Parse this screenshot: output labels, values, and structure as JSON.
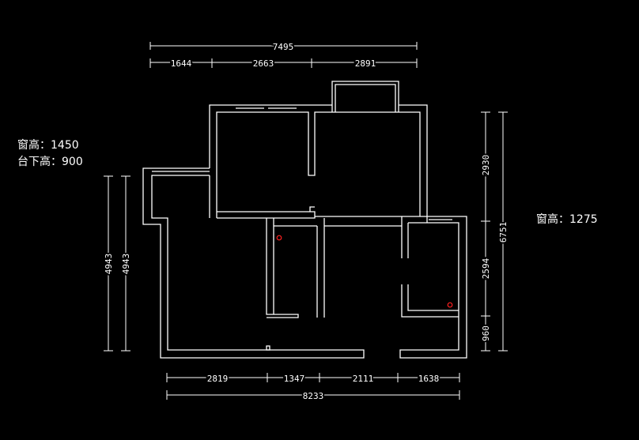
{
  "notes": {
    "left_window_height": "窗高：1450",
    "left_sill_height": "台下高：900",
    "right_window_height": "窗高：1275"
  },
  "dimensions": {
    "top_total": "7495",
    "top_seg_1": "1644",
    "top_seg_2": "2663",
    "top_seg_3": "2891",
    "bottom_total": "8233",
    "bottom_seg_1": "2819",
    "bottom_seg_2": "1347",
    "bottom_seg_3": "2111",
    "bottom_seg_4": "1638",
    "left_outer": "4943",
    "left_inner": "4943",
    "right_total": "6751",
    "right_seg_1": "2930",
    "right_seg_2": "2594",
    "right_seg_3": "960"
  },
  "colors": {
    "background": "#000000",
    "line": "#ffffff",
    "marker": "#ff2020"
  }
}
